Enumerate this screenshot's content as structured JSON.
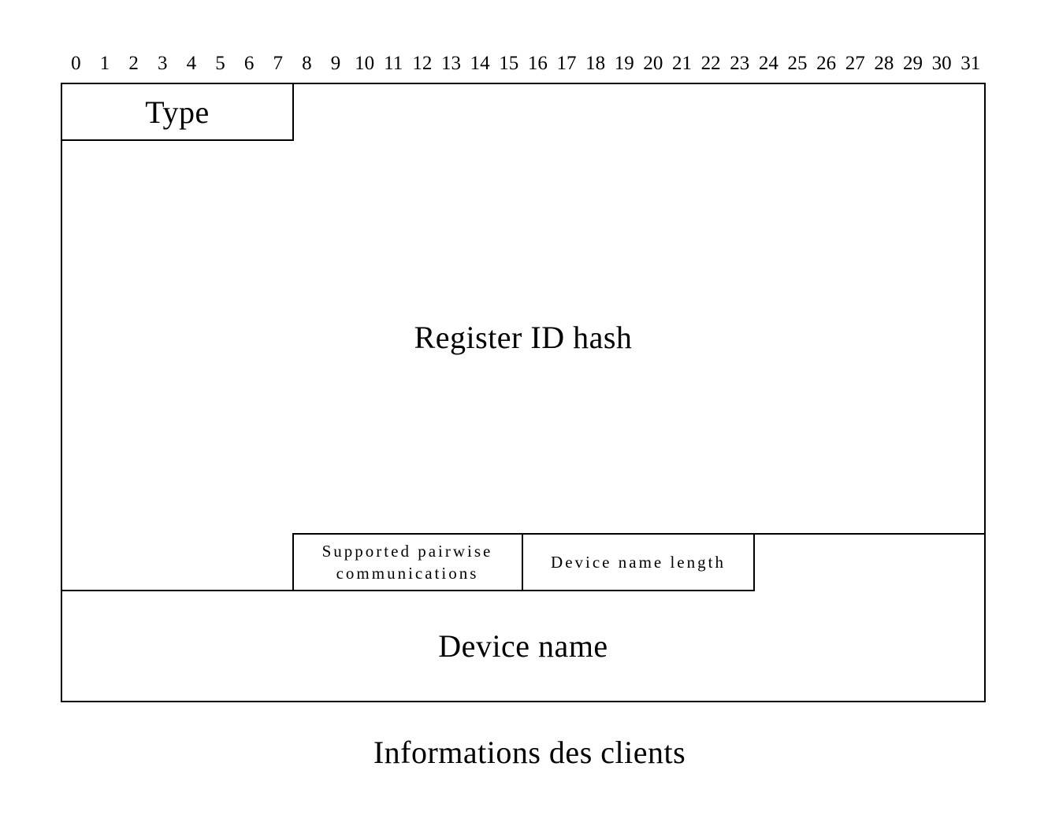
{
  "ruler": {
    "bits": [
      "0",
      "1",
      "2",
      "3",
      "4",
      "5",
      "6",
      "7",
      "8",
      "9",
      "10",
      "11",
      "12",
      "13",
      "14",
      "15",
      "16",
      "17",
      "18",
      "19",
      "20",
      "21",
      "22",
      "23",
      "24",
      "25",
      "26",
      "27",
      "28",
      "29",
      "30",
      "31"
    ]
  },
  "fields": {
    "type": "Type",
    "register_id_hash": "Register ID hash",
    "supported_pairwise": "Supported pairwise communications",
    "device_name_length": "Device name length",
    "device_name": "Device name"
  },
  "caption": "Informations des clients",
  "colors": {
    "line": "#000000",
    "background": "#ffffff",
    "text": "#000000"
  }
}
